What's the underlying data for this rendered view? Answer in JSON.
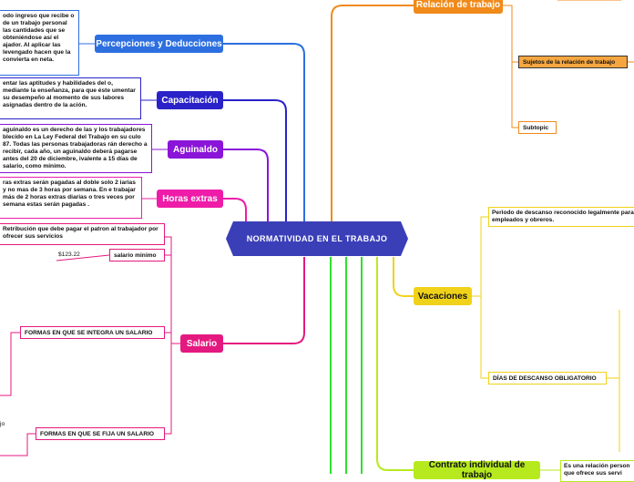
{
  "central": {
    "title": "NORMATIVIDAD EN EL TRABAJO"
  },
  "branches": {
    "percepciones": "Percepciones y Deducciones",
    "capacitacion": "Capacitación",
    "aguinaldo": "Aguinaldo",
    "horas_extras": "Horas extras",
    "salario": "Salario",
    "relacion": "Relación de trabajo",
    "vacaciones": "Vacaciones",
    "contrato": "Contrato individual de trabajo"
  },
  "notes": {
    "percepciones": "odo ingreso que recibe o de un trabajo personal las cantidades que se obteniéndose así el ajador. Al aplicar las levengado hacen que la convierta en neta.",
    "capacitacion": "entar las aptitudes y habilidades del o, mediante la enseñanza, para que éste umentar su desempeño al momento de sus labores asignadas dentro de la ación.",
    "aguinaldo": "aguinaldo es un derecho de las y los trabajadores blecido en La Ley Federal del Trabajo en su culo 87. Todas las personas trabajadoras rán derecho a recibir, cada año, un aguinaldo deberá pagarse antes del 20 de diciembre, ivalente a 15 días de salario, como mínimo.",
    "horas_extras": "ras extras serán pagadas al doble solo 2 iarias y no mas de 3 horas por semana. En e trabajar más de 2 horas extras diarias o tres veces por semana estas serán pagadas .",
    "salario": "Retribución que debe pagar el patron al trabajador por ofrecer sus servicios",
    "vacaciones": "Periodo de descanso reconocido legalmente para empleados y obreros.",
    "contrato": "Es una relación person que ofrece sus servi"
  },
  "subtopics": {
    "salario_minimo": "salario minimo",
    "salario_minimo_value": "$123.22",
    "integra": "FORMAS EN QUE SE INTEGRA UN SALARIO",
    "fija": "FORMAS EN QUE SE FIJA UN SALARIO",
    "jo_fragment": "jo",
    "sujetos": "Sujetos de la relación de trabajo",
    "subtopic": "Subtopic",
    "dias_descanso": "DÍAS DE DESCANSO OBLIGATORIO"
  },
  "colors": {
    "central": "#3a3fb8",
    "percepciones": "#2d6fe0",
    "capacitacion": "#2a22c8",
    "aguinaldo": "#8a14d8",
    "horas_extras": "#ee1ca8",
    "salario": "#e4197f",
    "relacion": "#f08a1a",
    "vacaciones": "#f0d21a",
    "contrato": "#b6ea1e",
    "green": "#2ee02e"
  }
}
